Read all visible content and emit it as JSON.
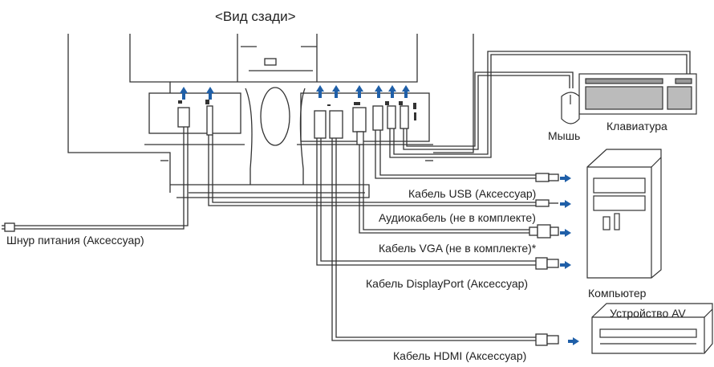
{
  "title": "<Вид сзади>",
  "labels": {
    "power_cord": "Шнур питания (Аксессуар)",
    "usb_cable": "Кабель USB (Аксессуар)",
    "audio_cable": "Аудиокабель (не в комплекте)",
    "vga_cable": "Кабель VGA (не в комплекте)*",
    "dp_cable": "Кабель DisplayPort (Аксессуар)",
    "hdmi_cable": "Кабель HDMI (Аксессуар)",
    "mouse": "Мышь",
    "keyboard": "Клавиатура",
    "computer": "Компьютер",
    "av_device": "Устройство AV"
  },
  "colors": {
    "line": "#333333",
    "arrow": "#1f5fa8",
    "text": "#222222"
  }
}
